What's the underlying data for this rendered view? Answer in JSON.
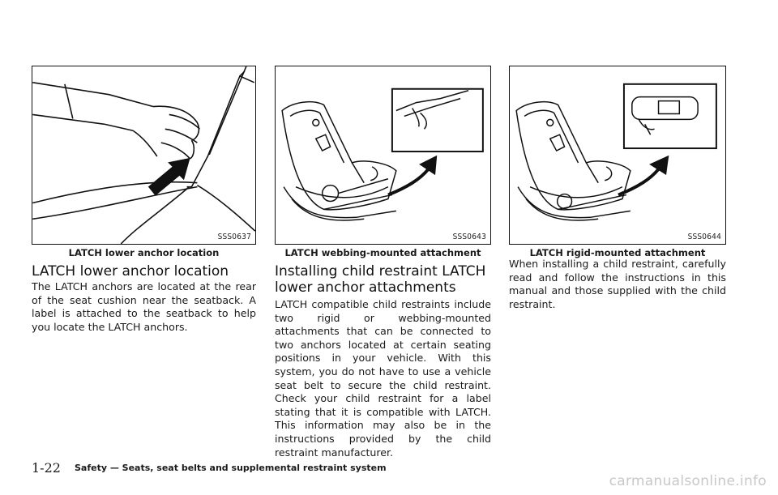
{
  "figures": [
    {
      "code": "SSS0637",
      "caption": "LATCH lower anchor location"
    },
    {
      "code": "SSS0643",
      "caption": "LATCH webbing-mounted attachment"
    },
    {
      "code": "SSS0644",
      "caption": "LATCH rigid-mounted attachment"
    }
  ],
  "column1": {
    "heading": "LATCH lower anchor location",
    "paragraph": "The LATCH anchors are located at the rear of the seat cushion near the seatback. A label is attached to the seatback to help you locate the LATCH anchors."
  },
  "column2": {
    "heading_line1": "Installing child restraint LATCH",
    "heading_line2": "lower anchor attachments",
    "paragraph": "LATCH compatible child restraints include two rigid or webbing-mounted attachments that can be connected to two anchors located at certain seating positions in your vehicle. With this system, you do not have to use a vehicle seat belt to secure the child restraint. Check your child restraint for a label stating that it is compatible with LATCH. This information may also be in the instructions provided by the child restraint manufacturer."
  },
  "column3": {
    "paragraph": "When installing a child restraint, carefully read and follow the instructions in this manual and those supplied with the child restraint."
  },
  "footer": {
    "page_number": "1-22",
    "section_title": "Safety — Seats, seat belts and supplemental restraint system"
  },
  "watermark": "carmanualsonline.info"
}
